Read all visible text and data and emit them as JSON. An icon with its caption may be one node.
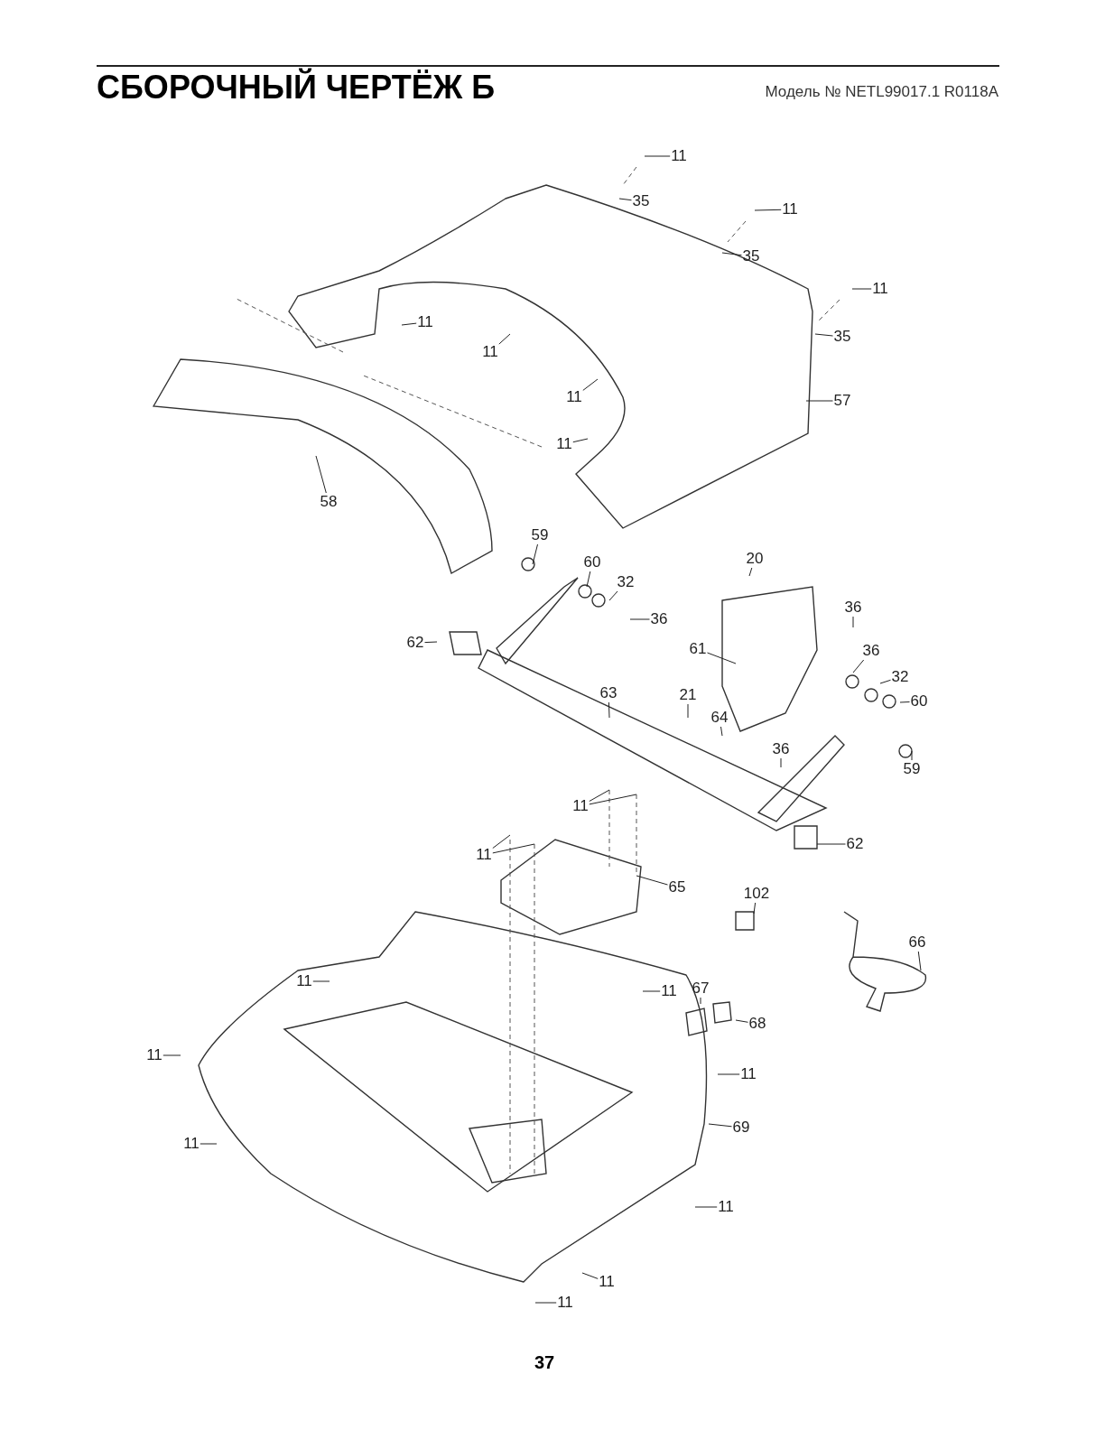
{
  "diagram": {
    "title": "СБОРОЧНЫЙ ЧЕРТЁЖ Б",
    "nodes": [
      {
        "text": [
          "11"
        ]
      },
      {
        "text": [
          "35"
        ]
      },
      {
        "text": [
          "11"
        ]
      },
      {
        "text": [
          "35"
        ]
      },
      {
        "text": [
          "11"
        ]
      },
      {
        "text": [
          "35"
        ]
      },
      {
        "text": [
          "11"
        ]
      },
      {
        "text": [
          "11"
        ]
      },
      {
        "text": [
          "11"
        ]
      },
      {
        "text": [
          "57"
        ]
      },
      {
        "text": [
          "11"
        ]
      },
      {
        "text": [
          "58"
        ]
      },
      {
        "text": [
          "59"
        ]
      },
      {
        "text": [
          "20"
        ]
      },
      {
        "text": [
          "60"
        ]
      },
      {
        "text": [
          "32"
        ]
      },
      {
        "text": [
          "36"
        ]
      },
      {
        "text": [
          "36"
        ]
      },
      {
        "text": [
          "62"
        ]
      },
      {
        "text": [
          "61"
        ]
      },
      {
        "text": [
          "36"
        ]
      },
      {
        "text": [
          "63"
        ]
      },
      {
        "text": [
          "21"
        ]
      },
      {
        "text": [
          "32"
        ]
      },
      {
        "text": [
          "60"
        ]
      },
      {
        "text": [
          "64"
        ]
      },
      {
        "text": [
          "36"
        ]
      },
      {
        "text": [
          "59"
        ]
      },
      {
        "text": [
          "11"
        ]
      },
      {
        "text": [
          "62"
        ]
      },
      {
        "text": [
          "11"
        ]
      },
      {
        "text": [
          "65"
        ]
      },
      {
        "text": [
          "102"
        ]
      },
      {
        "text": [
          "66"
        ]
      },
      {
        "text": [
          "11"
        ]
      },
      {
        "text": [
          "11"
        ]
      },
      {
        "text": [
          "67"
        ]
      },
      {
        "text": [
          "11"
        ]
      },
      {
        "text": [
          "68"
        ]
      },
      {
        "text": [
          "11"
        ]
      },
      {
        "text": [
          "69"
        ]
      },
      {
        "text": [
          "11"
        ]
      },
      {
        "text": [
          "11"
        ]
      },
      {
        "text": [
          "11"
        ]
      },
      {
        "text": [
          "11"
        ]
      }
    ],
    "edges": [
      {
        "from": 0,
        "to": null,
        "arrow": "none"
      },
      {
        "from": 1,
        "to": null,
        "arrow": "none"
      },
      {
        "from": 2,
        "to": null,
        "arrow": "none"
      },
      {
        "from": 3,
        "to": null,
        "arrow": "none"
      },
      {
        "from": 4,
        "to": null,
        "arrow": "none"
      },
      {
        "from": 5,
        "to": null,
        "arrow": "none"
      },
      {
        "from": 6,
        "to": null,
        "arrow": "none"
      },
      {
        "from": 7,
        "to": null,
        "arrow": "none"
      },
      {
        "from": 8,
        "to": null,
        "arrow": "none"
      },
      {
        "from": 9,
        "to": null,
        "arrow": "none"
      },
      {
        "from": 10,
        "to": null,
        "arrow": "none"
      },
      {
        "from": 11,
        "to": null,
        "arrow": "none"
      },
      {
        "from": 12,
        "to": null,
        "arrow": "none"
      },
      {
        "from": 13,
        "to": null,
        "arrow": "none"
      },
      {
        "from": 14,
        "to": null,
        "arrow": "none"
      },
      {
        "from": 15,
        "to": null,
        "arrow": "none"
      },
      {
        "from": 16,
        "to": null,
        "arrow": "none"
      },
      {
        "from": 17,
        "to": null,
        "arrow": "none"
      },
      {
        "from": 18,
        "to": null,
        "arrow": "none"
      },
      {
        "from": 19,
        "to": null,
        "arrow": "none"
      },
      {
        "from": 20,
        "to": null,
        "arrow": "none"
      },
      {
        "from": 21,
        "to": null,
        "arrow": "none"
      },
      {
        "from": 22,
        "to": null,
        "arrow": "none"
      },
      {
        "from": 23,
        "to": null,
        "arrow": "none"
      },
      {
        "from": 24,
        "to": null,
        "arrow": "none"
      },
      {
        "from": 25,
        "to": null,
        "arrow": "none"
      },
      {
        "from": 26,
        "to": null,
        "arrow": "none"
      },
      {
        "from": 27,
        "to": null,
        "arrow": "none"
      },
      {
        "from": 28,
        "to": null,
        "arrow": "none"
      },
      {
        "from": 28,
        "to": null,
        "arrow": "none"
      },
      {
        "from": 29,
        "to": null,
        "arrow": "none"
      },
      {
        "from": 30,
        "to": null,
        "arrow": "none"
      },
      {
        "from": 30,
        "to": null,
        "arrow": "none"
      },
      {
        "from": 31,
        "to": null,
        "arrow": "none"
      },
      {
        "from": 32,
        "to": null,
        "arrow": "none"
      },
      {
        "from": 33,
        "to": null,
        "arrow": "none"
      },
      {
        "from": 34,
        "to": null,
        "arrow": "none"
      },
      {
        "from": 35,
        "to": null,
        "arrow": "none"
      },
      {
        "from": 36,
        "to": null,
        "arrow": "none"
      },
      {
        "from": 37,
        "to": null,
        "arrow": "none"
      },
      {
        "from": 38,
        "to": null,
        "arrow": "none"
      },
      {
        "from": 39,
        "to": null,
        "arrow": "none"
      },
      {
        "from": 40,
        "to": null,
        "arrow": "none"
      },
      {
        "from": 41,
        "to": null,
        "arrow": "none"
      },
      {
        "from": 42,
        "to": null,
        "arrow": "none"
      },
      {
        "from": 43,
        "to": null,
        "arrow": "none"
      },
      {
        "from": 44,
        "to": null,
        "arrow": "none"
      }
    ],
    "labels": [
      "Модель № NETL99017.1 R0118A",
      "37"
    ]
  }
}
